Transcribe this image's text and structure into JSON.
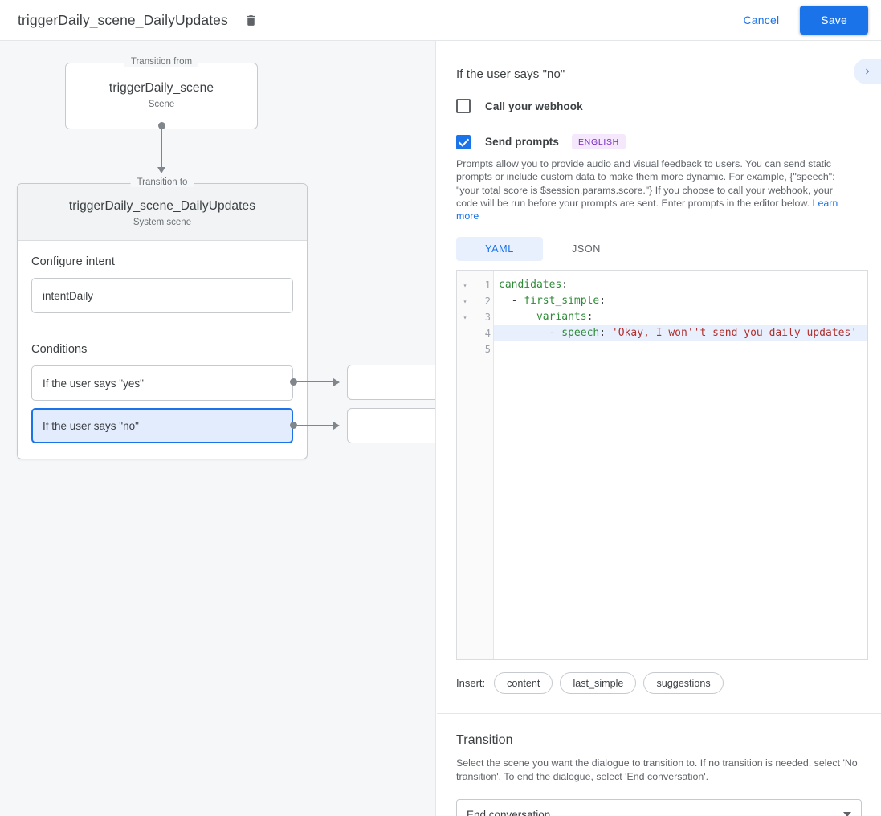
{
  "topbar": {
    "title": "triggerDaily_scene_DailyUpdates",
    "delete_icon": "trash-icon",
    "cancel_label": "Cancel",
    "save_label": "Save"
  },
  "canvas": {
    "transition_from": {
      "legend": "Transition from",
      "scene_name": "triggerDaily_scene",
      "scene_type": "Scene"
    },
    "transition_to": {
      "legend": "Transition to",
      "scene_name": "triggerDaily_scene_DailyUpdates",
      "scene_type": "System scene"
    },
    "intent_section": {
      "label": "Configure intent",
      "value": "intentDaily"
    },
    "conditions_section": {
      "label": "Conditions",
      "items": [
        {
          "label": "If the user says \"yes\"",
          "selected": false
        },
        {
          "label": "If the user says \"no\"",
          "selected": true
        }
      ]
    }
  },
  "panel": {
    "title": "If the user says \"no\"",
    "collapse_icon": "chevron-right-icon",
    "webhook": {
      "label": "Call your webhook",
      "checked": false
    },
    "prompts": {
      "label": "Send prompts",
      "checked": true,
      "language_badge": "ENGLISH",
      "description": "Prompts allow you to provide audio and visual feedback to users. You can send static prompts or include custom data to make them more dynamic. For example, {\"speech\": \"your total score is $session.params.score.\"} If you choose to call your webhook, your code will be run before your prompts are sent. Enter prompts in the editor below. ",
      "learn_more_label": "Learn more"
    },
    "editor": {
      "tabs": [
        {
          "label": "YAML",
          "active": true
        },
        {
          "label": "JSON",
          "active": false
        }
      ],
      "lines": [
        {
          "num": "1",
          "fold": "▾",
          "segments": [
            {
              "text": "candidates",
              "type": "key"
            },
            {
              "text": ":",
              "type": "punc"
            }
          ],
          "highlighted": false
        },
        {
          "num": "2",
          "fold": "▾",
          "segments": [
            {
              "text": "  - ",
              "type": "punc"
            },
            {
              "text": "first_simple",
              "type": "key"
            },
            {
              "text": ":",
              "type": "punc"
            }
          ],
          "highlighted": false
        },
        {
          "num": "3",
          "fold": "▾",
          "segments": [
            {
              "text": "      ",
              "type": "punc"
            },
            {
              "text": "variants",
              "type": "key"
            },
            {
              "text": ":",
              "type": "punc"
            }
          ],
          "highlighted": false
        },
        {
          "num": "4",
          "fold": "",
          "segments": [
            {
              "text": "        - ",
              "type": "punc"
            },
            {
              "text": "speech",
              "type": "key"
            },
            {
              "text": ": ",
              "type": "punc"
            },
            {
              "text": "'Okay, I won''t send you daily updates'",
              "type": "str"
            }
          ],
          "highlighted": true
        },
        {
          "num": "5",
          "fold": "",
          "segments": [],
          "highlighted": false
        }
      ]
    },
    "insert": {
      "label": "Insert:",
      "chips": [
        "content",
        "last_simple",
        "suggestions"
      ]
    },
    "transition": {
      "title": "Transition",
      "description": "Select the scene you want the dialogue to transition to. If no transition is needed, select 'No transition'. To end the dialogue, select 'End conversation'.",
      "selected_value": "End conversation",
      "caret_icon": "chevron-down-icon"
    }
  },
  "colors": {
    "accent": "#1a73e8",
    "selected_row_bg": "#e3ecfd",
    "badge_bg": "#f5e8fd",
    "badge_fg": "#7627bb",
    "canvas_bg": "#f6f7f9",
    "yaml_key": "#2e8b37",
    "yaml_string": "#b0302c"
  }
}
